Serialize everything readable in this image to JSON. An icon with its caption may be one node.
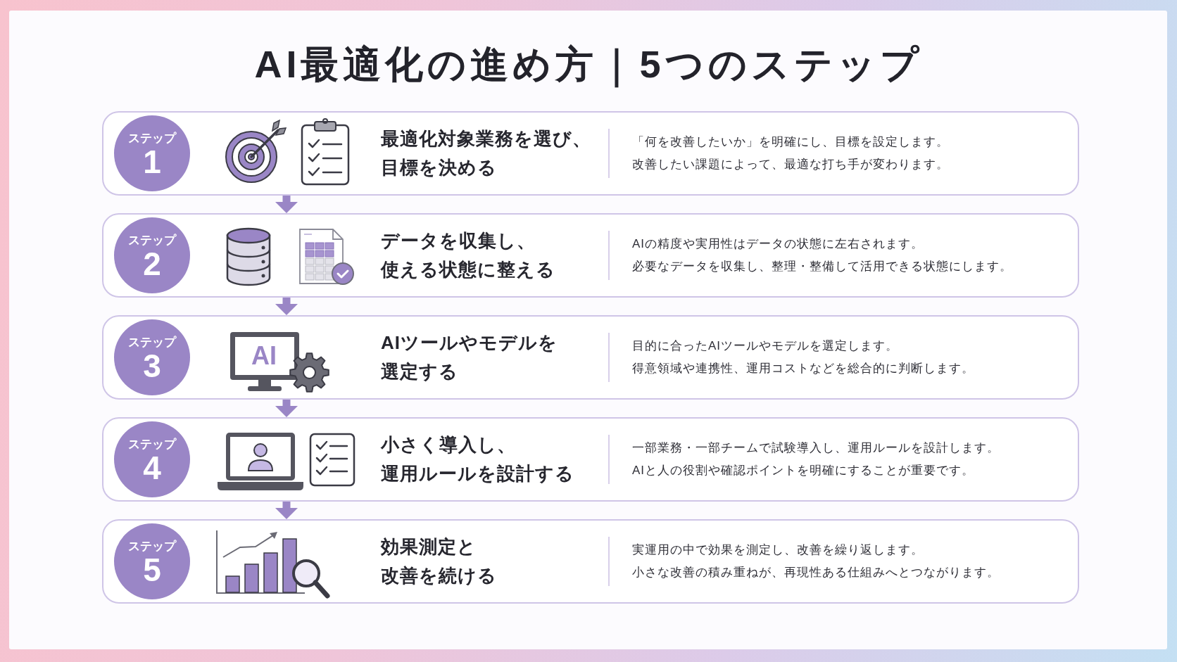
{
  "diagram": {
    "title": "AI最適化の進め方｜5つのステップ",
    "nodes": [
      {
        "text": [
          "最適化対象業務を選び、目標を決める",
          "「何を改善したいか」を明確にし、目標を設定します。改善したい課題によって、最適な打ち手が変わります。"
        ]
      },
      {
        "text": [
          "ステップ",
          "1"
        ],
        "in": 0
      },
      {
        "text": [
          "データを収集し、使える状態に整える",
          "AIの精度や実用性はデータの状態に左右されます。必要なデータを収集し、整理・整備して活用できる状態にします。"
        ]
      },
      {
        "text": [
          "ステップ",
          "2"
        ],
        "in": 2
      },
      {
        "text": [
          "AIツールやモデルを選定する",
          "目的に合ったAIツールやモデルを選定します。得意領域や連携性、運用コストなどを総合的に判断します。"
        ]
      },
      {
        "text": [
          "ステップ",
          "3"
        ],
        "in": 4
      },
      {
        "text": [
          "小さく導入し、運用ルールを設計する",
          "一部業務・一部チームで試験導入し、運用ルールを設計します。AIと人の役割や確認ポイントを明確にすることが重要です。"
        ]
      },
      {
        "text": [
          "ステップ",
          "4"
        ],
        "in": 6
      },
      {
        "text": [
          "効果測定と改善を続ける",
          "実運用の中で効果を測定し、改善を繰り返します。小さな改善の積み重ねが、再現性ある仕組みへとつながります。"
        ]
      },
      {
        "text": [
          "ステップ",
          "5"
        ],
        "in": 8
      }
    ],
    "edges": [
      {
        "from": 0,
        "to": 2,
        "arrow": "to"
      },
      {
        "from": 2,
        "to": 4,
        "arrow": "to"
      },
      {
        "from": 4,
        "to": 6,
        "arrow": "to"
      },
      {
        "from": 6,
        "to": 8,
        "arrow": "to"
      }
    ],
    "labels": [
      "AI"
    ]
  }
}
